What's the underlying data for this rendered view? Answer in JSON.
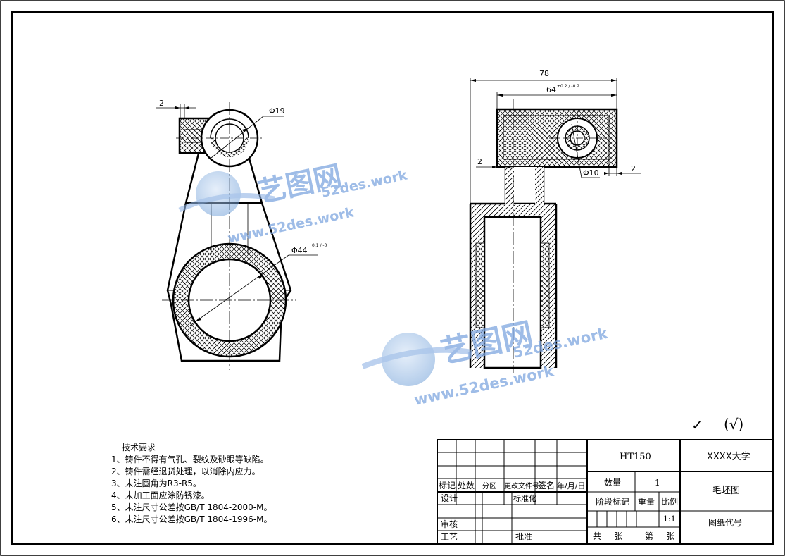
{
  "left_view": {
    "dim_2": "2",
    "dim_phi19": "Φ19",
    "dim_phi44": "Φ44",
    "dim_phi44_tol": "+0.1 / -0"
  },
  "right_view": {
    "dim_78": "78",
    "dim_64": "64",
    "dim_64_tol": "+0.2 / -0.2",
    "dim_2_left": "2",
    "dim_2_right": "2",
    "dim_phi10": "Φ10"
  },
  "roughness": {
    "symbol": "✓",
    "note": "(√)"
  },
  "tech_requirements": {
    "title": "技术要求",
    "items": [
      "1、铸件不得有气孔、裂纹及砂眼等缺陷。",
      "2、铸件需经退货处理，以消除内应力。",
      "3、未注圆角为R3-R5。",
      "4、未加工面应涂防锈漆。",
      "5、未注尺寸公差按GB/T 1804-2000-M。",
      "6、未注尺寸公差按GB/T 1804-1996-M。"
    ]
  },
  "title_block": {
    "material": "HT150",
    "school": "XXXX大学",
    "drawing_name": "毛坯图",
    "drawing_code": "图纸代号",
    "quantity_label": "数量",
    "quantity": "1",
    "stage_label": "阶段标记",
    "weight_label": "重量",
    "scale_label": "比例",
    "scale": "1:1",
    "total_label": "共",
    "sheet_unit1": "张",
    "sheet_label": "第",
    "sheet_unit2": "张",
    "mark": "标记",
    "count": "处数",
    "zone": "分区",
    "change_doc": "更改文件号",
    "sign": "签名",
    "date": "年/月/日",
    "design": "设计",
    "standardize": "标准化",
    "review": "审核",
    "process": "工艺",
    "approve": "批准"
  },
  "watermark": {
    "brand": "艺图网",
    "url": "www.52des.work",
    "domain": "52des.work"
  }
}
